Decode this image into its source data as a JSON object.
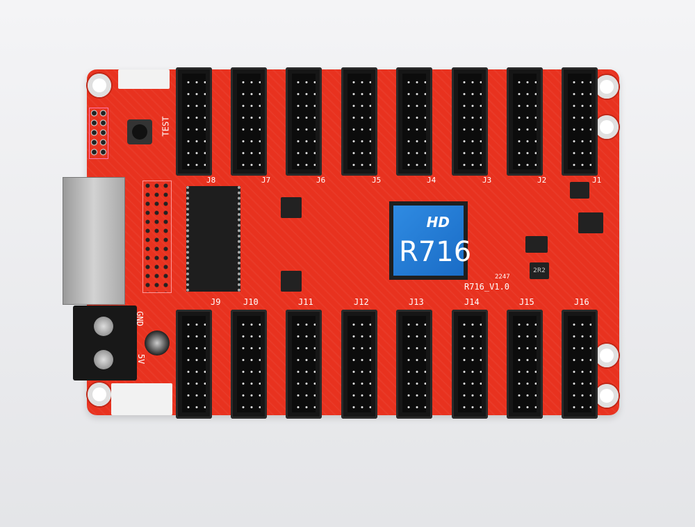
{
  "board": {
    "chip_model": "R716",
    "chip_logo": "HD",
    "version": "R716_V1.0",
    "date_code": "2247",
    "inductor": "2R2",
    "test_label": "TEST",
    "power_labels": [
      "GND",
      "5V"
    ],
    "top_connectors": [
      "J8",
      "J7",
      "J6",
      "J5",
      "J4",
      "J3",
      "J2",
      "J1"
    ],
    "bottom_connectors": [
      "J9",
      "J10",
      "J11",
      "J12",
      "J13",
      "J14",
      "J15",
      "J16"
    ]
  },
  "colors": {
    "pcb": "#e8321f",
    "chip": "#2a84dc",
    "connector": "#161616"
  }
}
